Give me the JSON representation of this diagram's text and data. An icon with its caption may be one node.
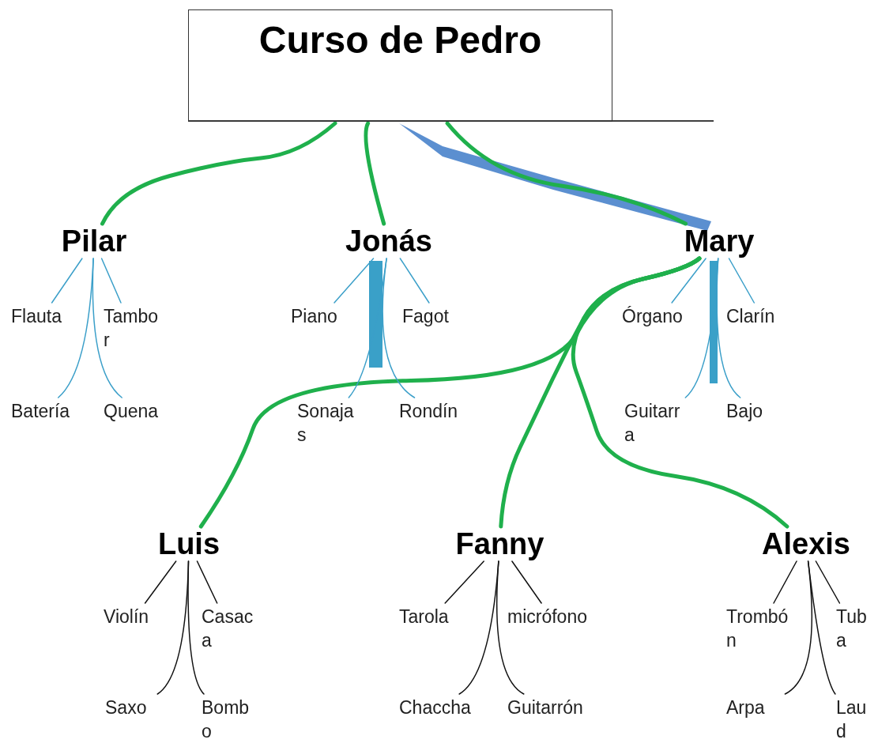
{
  "diagram": {
    "nodes": [
      {
        "text": [
          "Curso de Pedro"
        ]
      },
      {
        "text": [
          "Pilar"
        ]
      },
      {
        "text": [
          "Jonás"
        ]
      },
      {
        "text": [
          "Mary"
        ]
      },
      {
        "text": [
          "Luis"
        ]
      },
      {
        "text": [
          "Fanny"
        ]
      },
      {
        "text": [
          "Alexis"
        ]
      },
      {
        "text": [
          "Flauta"
        ]
      },
      {
        "text": [
          "Tambor"
        ]
      },
      {
        "text": [
          "Batería"
        ]
      },
      {
        "text": [
          "Quena"
        ]
      },
      {
        "text": [
          "Piano"
        ]
      },
      {
        "text": [
          "Fagot"
        ]
      },
      {
        "text": [
          "Sonajas"
        ]
      },
      {
        "text": [
          "Rondín"
        ]
      },
      {
        "text": [
          "Órgano"
        ]
      },
      {
        "text": [
          "Clarín"
        ]
      },
      {
        "text": [
          "Guitarra"
        ]
      },
      {
        "text": [
          "Bajo"
        ]
      },
      {
        "text": [
          "Violín"
        ]
      },
      {
        "text": [
          "Casaca"
        ]
      },
      {
        "text": [
          "Saxo"
        ]
      },
      {
        "text": [
          "Bombo"
        ]
      },
      {
        "text": [
          "Tarola"
        ]
      },
      {
        "text": [
          "micrófono"
        ]
      },
      {
        "text": [
          "Chaccha"
        ]
      },
      {
        "text": [
          "Guitarrón"
        ]
      },
      {
        "text": [
          "Trombón"
        ]
      },
      {
        "text": [
          "Tuba"
        ]
      },
      {
        "text": [
          "Arpa"
        ]
      },
      {
        "text": [
          "Laud"
        ]
      }
    ],
    "edges": [
      {
        "from": 0,
        "to": 1,
        "arrow": "none",
        "style": "thick",
        "color": "#1fb04c"
      },
      {
        "from": 0,
        "to": 2,
        "arrow": "none",
        "style": "thick",
        "color": "#1fb04c"
      },
      {
        "from": 0,
        "to": 3,
        "arrow": "none",
        "style": "thick",
        "color": "#1fb04c"
      },
      {
        "from": 3,
        "to": 4,
        "arrow": "none",
        "style": "thick",
        "color": "#1fb04c"
      },
      {
        "from": 3,
        "to": 5,
        "arrow": "none",
        "style": "thick",
        "color": "#1fb04c"
      },
      {
        "from": 3,
        "to": 6,
        "arrow": "none",
        "style": "thick",
        "color": "#1fb04c"
      },
      {
        "from": 1,
        "to": 7,
        "arrow": "none",
        "color": "#3b9fc9"
      },
      {
        "from": 1,
        "to": 8,
        "arrow": "none",
        "color": "#3b9fc9"
      },
      {
        "from": 1,
        "to": 9,
        "arrow": "none",
        "color": "#3b9fc9"
      },
      {
        "from": 1,
        "to": 10,
        "arrow": "none",
        "color": "#3b9fc9"
      },
      {
        "from": 2,
        "to": 11,
        "arrow": "none",
        "color": "#3b9fc9"
      },
      {
        "from": 2,
        "to": 12,
        "arrow": "none",
        "color": "#3b9fc9"
      },
      {
        "from": 2,
        "to": 13,
        "arrow": "none",
        "color": "#3b9fc9"
      },
      {
        "from": 2,
        "to": 14,
        "arrow": "none",
        "color": "#3b9fc9"
      },
      {
        "from": 3,
        "to": 15,
        "arrow": "none",
        "color": "#3b9fc9"
      },
      {
        "from": 3,
        "to": 16,
        "arrow": "none",
        "color": "#3b9fc9"
      },
      {
        "from": 3,
        "to": 17,
        "arrow": "none",
        "color": "#3b9fc9"
      },
      {
        "from": 3,
        "to": 18,
        "arrow": "none",
        "color": "#3b9fc9"
      },
      {
        "from": 4,
        "to": 19,
        "arrow": "none",
        "color": "#111111"
      },
      {
        "from": 4,
        "to": 20,
        "arrow": "none",
        "color": "#111111"
      },
      {
        "from": 4,
        "to": 21,
        "arrow": "none",
        "color": "#111111"
      },
      {
        "from": 4,
        "to": 22,
        "arrow": "none",
        "color": "#111111"
      },
      {
        "from": 5,
        "to": 23,
        "arrow": "none",
        "color": "#111111"
      },
      {
        "from": 5,
        "to": 24,
        "arrow": "none",
        "color": "#111111"
      },
      {
        "from": 5,
        "to": 25,
        "arrow": "none",
        "color": "#111111"
      },
      {
        "from": 5,
        "to": 26,
        "arrow": "none",
        "color": "#111111"
      },
      {
        "from": 6,
        "to": 27,
        "arrow": "none",
        "color": "#111111"
      },
      {
        "from": 6,
        "to": 28,
        "arrow": "none",
        "color": "#111111"
      },
      {
        "from": 6,
        "to": 29,
        "arrow": "none",
        "color": "#111111"
      },
      {
        "from": 6,
        "to": 30,
        "arrow": "none",
        "color": "#111111"
      }
    ]
  }
}
